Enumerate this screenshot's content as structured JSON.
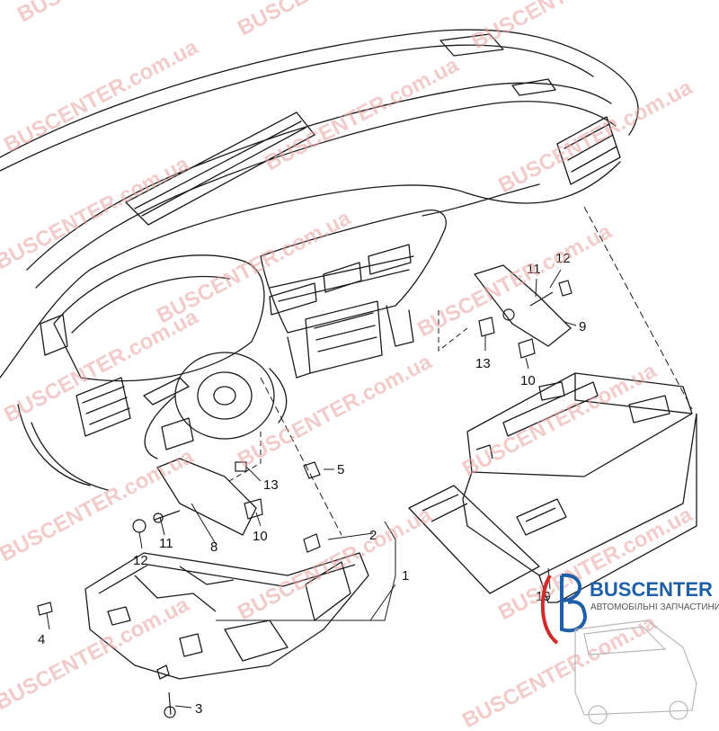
{
  "diagram": {
    "callouts": {
      "c1": "1",
      "c2": "2",
      "c3": "3",
      "c4": "4",
      "c5": "5",
      "c8": "8",
      "c9": "9",
      "c10a": "10",
      "c10b": "10",
      "c11a": "11",
      "c11b": "11",
      "c12a": "12",
      "c12b": "12",
      "c13a": "13",
      "c13b": "13",
      "c19": "19"
    }
  },
  "watermark": {
    "text": "BUSCENTER.com.ua",
    "brand_part": "BUSCENTER",
    "domain_part": ".com.ua"
  },
  "logo": {
    "name": "BUSCENTER",
    "tagline": "АВТОМОБІЛЬНІ ЗАПЧАСТИНИ",
    "color_primary": "#1f5fa8",
    "color_accent": "#d22a2a"
  },
  "colors": {
    "line": "#1a1a1a",
    "watermark": "#e8a0a0"
  }
}
